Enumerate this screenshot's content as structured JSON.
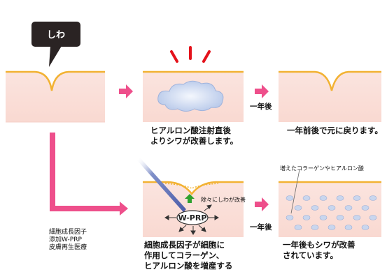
{
  "colors": {
    "skin": "#fbe0da",
    "skin_edge": "#f0bcb3",
    "surface": "#f2b233",
    "arrow_pink": "#ee4f8b",
    "bubble": "#2a2323",
    "red_mark": "#e4121b",
    "green_arrow": "#2ea12e",
    "cloud_blue": "#b9cbea",
    "needle_blue": "#5a6fb5",
    "dot": "#c9d6ee"
  },
  "top_row": {
    "wrinkle_label": "しわ",
    "step1_caption_line1": "ヒアルロン酸注射直後",
    "step1_caption_line2": "よりシワが改善します。",
    "one_year_label": "一年後",
    "step2_caption": "一年前後で元に戻ります。"
  },
  "bottom_row": {
    "therapy_label_line1": "細胞成長因子",
    "therapy_label_line2": "添加W-PRP",
    "therapy_label_line3": "皮膚再生医療",
    "injection_label": "W-PRP",
    "gradual_label": "除々にしわが改善",
    "step1_caption_line1": "細胞成長因子が細胞に",
    "step1_caption_line2": "作用してコラーゲン、",
    "step1_caption_line3": "ヒアルロン酸を増産する",
    "one_year_label": "一年後",
    "collagen_label": "増えたコラーゲンやヒアルロン酸",
    "step2_caption_line1": "一年後もシワが改善",
    "step2_caption_line2": "されています。"
  }
}
